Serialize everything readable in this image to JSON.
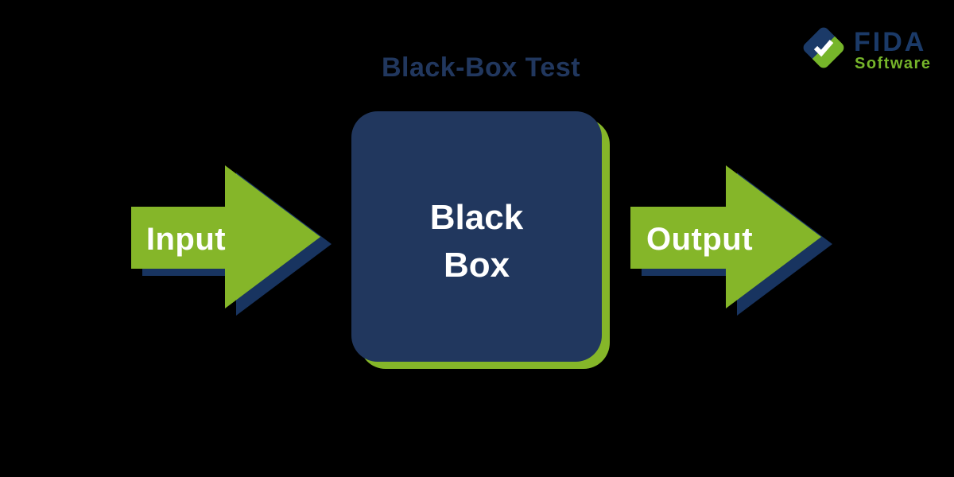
{
  "colors": {
    "background": "#000000",
    "arrow_green": "#85B629",
    "box_navy": "#21375E",
    "arrow_shadow_navy": "#183460",
    "text_white": "#FFFFFF",
    "logo_navy": "#1B3A68",
    "logo_green": "#76B52A"
  },
  "diagram": {
    "title": "Black-Box Test",
    "input_label": "Input",
    "output_label": "Output",
    "box_label_line1": "Black",
    "box_label_line2": "Box"
  },
  "logo": {
    "brand": "FIDA",
    "subtitle": "Software",
    "icon": "check-diamond-icon"
  }
}
